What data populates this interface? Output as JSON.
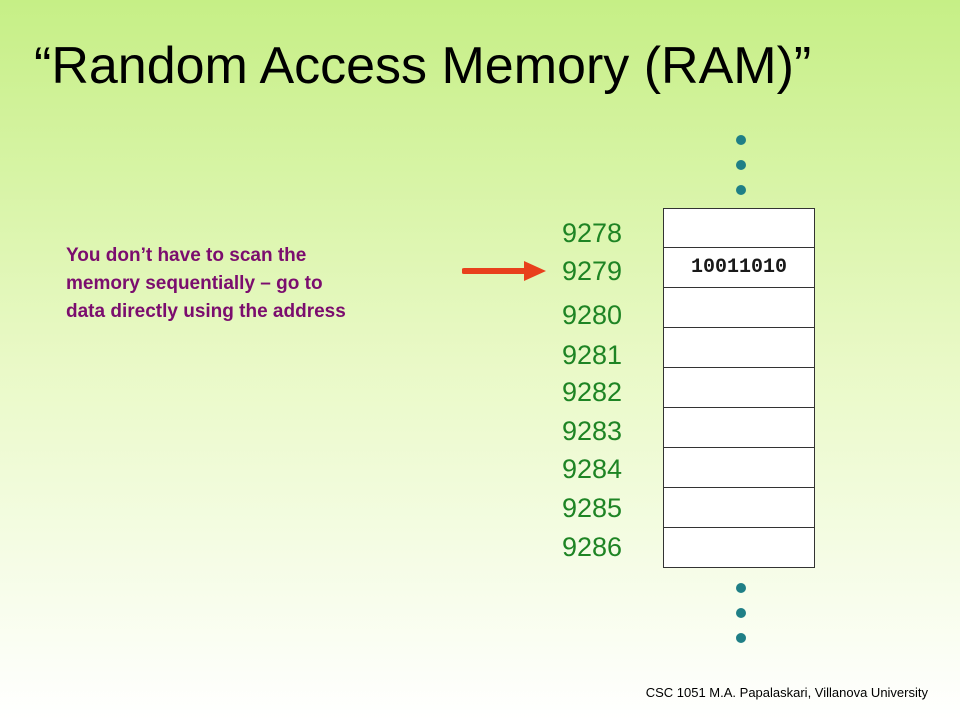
{
  "title": "“Random Access Memory (RAM)”",
  "note": {
    "lines": [
      "You don’t have to scan the",
      "memory sequentially – go to",
      "data directly using the address"
    ]
  },
  "memory": {
    "addresses": [
      "9278",
      "9279",
      "9280",
      "9281",
      "9282",
      "9283",
      "9284",
      "9285",
      "9286"
    ],
    "cells": [
      "",
      "10011010",
      "",
      "",
      "",
      "",
      "",
      "",
      ""
    ],
    "pointed_address": "9279"
  },
  "colors": {
    "address_text": "#1e8424",
    "note_text": "#7b0d6e",
    "arrow": "#e8401c",
    "dots": "#1f7f86"
  },
  "footer": "CSC 1051 M.A. Papalaskari, Villanova University"
}
